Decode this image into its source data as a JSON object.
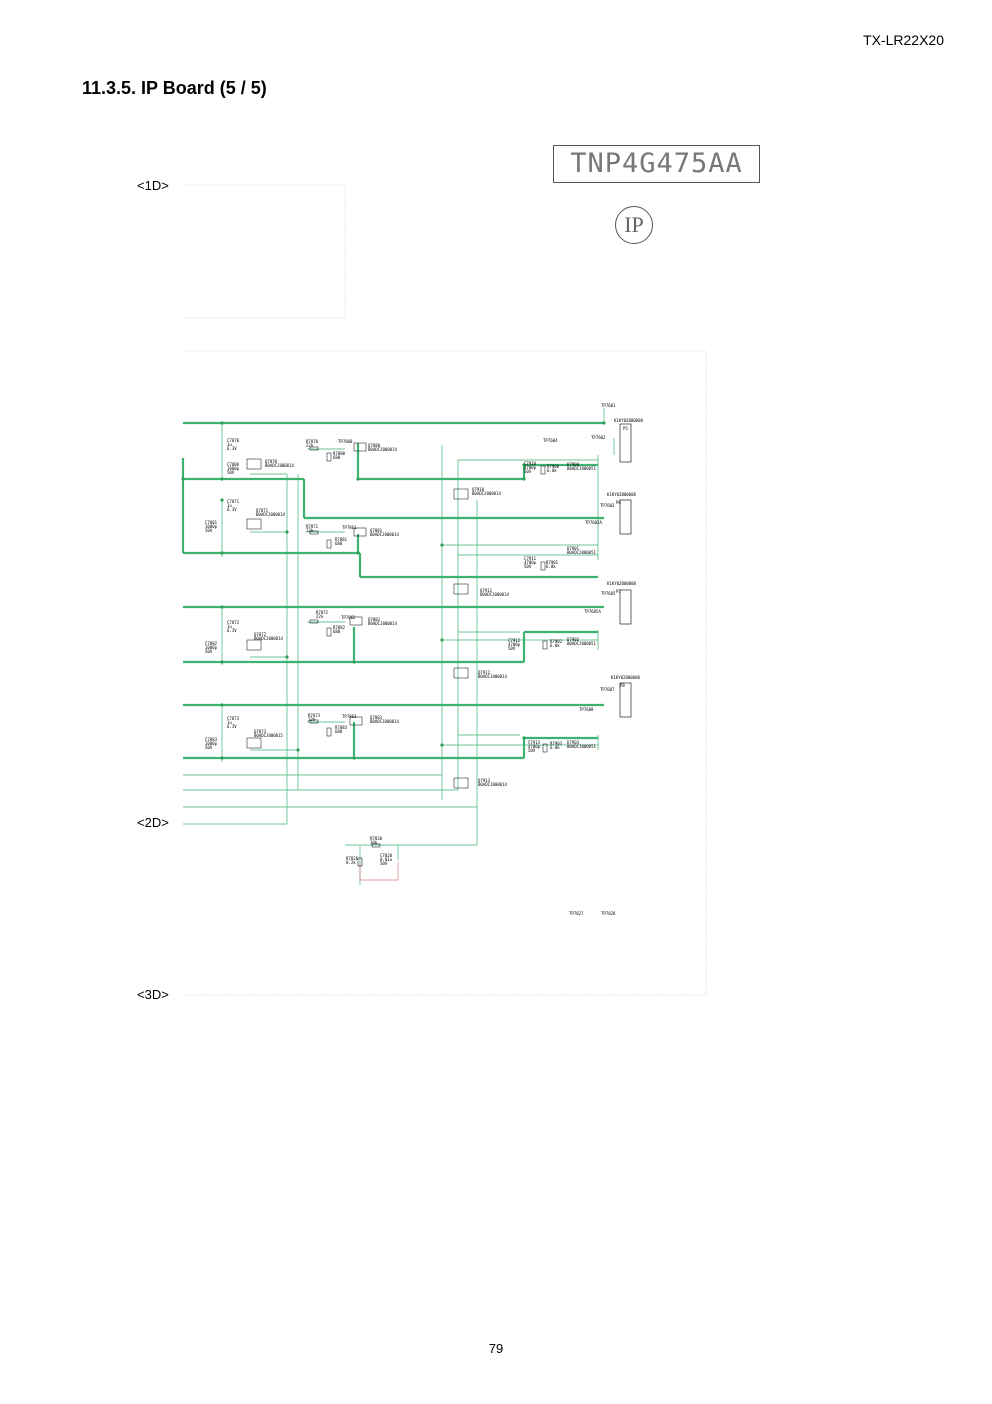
{
  "header": {
    "model": "TX-LR22X20"
  },
  "section": {
    "title": "11.3.5.    IP Board (5 / 5)"
  },
  "board": {
    "part_code": "TNP4G475AA",
    "mark": "IP"
  },
  "connectors": {
    "d1": "<1D>",
    "d2": "<2D>",
    "d3": "<3D>"
  },
  "footer": {
    "page_number": "79"
  },
  "colors": {
    "wire": "#3cb371",
    "frame": "#b8d8a8",
    "node": "#2e9e5a",
    "component": "#000000",
    "ground_link": "#d98080"
  },
  "schematic": {
    "test_points": [
      "TP7601",
      "TP7602",
      "TP7603",
      "TP7603A",
      "TP7604",
      "TP7605",
      "TP7605A",
      "TP7607",
      "TP7608",
      "TP7827",
      "TP7828",
      "TP7860",
      "TP7861",
      "TP7862",
      "TP7863"
    ],
    "connectors_out": [
      {
        "ref": "P5",
        "part": "K1KY02B00008"
      },
      {
        "ref": "P6",
        "part": "K1KY02B00008"
      },
      {
        "ref": "P7",
        "part": "K1KY02B00008"
      },
      {
        "ref": "P8",
        "part": "K1KY02B00008"
      }
    ],
    "capacitors": [
      {
        "ref": "C7870",
        "val": "1u",
        "v": "6.3V"
      },
      {
        "ref": "C7880",
        "val": "1000p",
        "v": "50V"
      },
      {
        "ref": "C7871",
        "val": "1u",
        "v": "6.3V"
      },
      {
        "ref": "C7881",
        "val": "1000p",
        "v": "50V"
      },
      {
        "ref": "C7872",
        "val": "1u",
        "v": "6.3V"
      },
      {
        "ref": "C7882",
        "val": "1000p",
        "v": "50V"
      },
      {
        "ref": "C7873",
        "val": "1u",
        "v": "6.3V"
      },
      {
        "ref": "C7883",
        "val": "1000p",
        "v": "50V"
      },
      {
        "ref": "C7910",
        "val": "4700p",
        "v": "50V"
      },
      {
        "ref": "C7911",
        "val": "4700p",
        "v": "50V"
      },
      {
        "ref": "C7912",
        "val": "4700p",
        "v": "50V"
      },
      {
        "ref": "C7913",
        "val": "4700p",
        "v": "50V"
      },
      {
        "ref": "C7820",
        "val": "0.01u",
        "v": "50V"
      }
    ],
    "resistors": [
      {
        "ref": "R7870",
        "val": "22k"
      },
      {
        "ref": "R7871",
        "val": "22k"
      },
      {
        "ref": "R7872",
        "val": "22k"
      },
      {
        "ref": "R7873",
        "val": "22k"
      },
      {
        "ref": "R7880",
        "val": "680"
      },
      {
        "ref": "R7881",
        "val": "680"
      },
      {
        "ref": "R7882",
        "val": "680"
      },
      {
        "ref": "R7883",
        "val": "680"
      },
      {
        "ref": "R7900",
        "val": "6.8k"
      },
      {
        "ref": "R7901",
        "val": "6.8k"
      },
      {
        "ref": "R7902",
        "val": "6.8k"
      },
      {
        "ref": "R7903",
        "val": "6.8k"
      },
      {
        "ref": "R7820",
        "val": "10k"
      },
      {
        "ref": "R7826",
        "val": "8.2k"
      }
    ],
    "transistors": [
      {
        "ref": "Q7870",
        "part": "B0ADCJ000014"
      },
      {
        "ref": "Q7871",
        "part": "B0ADCJ000014"
      },
      {
        "ref": "Q7872",
        "part": "B0ADCJ000014"
      },
      {
        "ref": "Q7873",
        "part": "B0ADCJ000015"
      },
      {
        "ref": "Q7880",
        "part": "B0ADCJ000014"
      },
      {
        "ref": "Q7881",
        "part": "B0ADCJ000014"
      },
      {
        "ref": "Q7882",
        "part": "B0ADCJ000014"
      },
      {
        "ref": "Q7883",
        "part": "B0ADCJ000014"
      },
      {
        "ref": "Q7910",
        "part": "B0ADCJ000014"
      },
      {
        "ref": "Q7911",
        "part": "B0ADCJ000014"
      },
      {
        "ref": "Q7912",
        "part": "B0ADCJ000014"
      },
      {
        "ref": "Q7913",
        "part": "B0ADCJ000014"
      }
    ],
    "diodes": [
      {
        "ref": "D7900",
        "part": "B0ADCJ000051"
      },
      {
        "ref": "D7901",
        "part": "B0ADCJ000051"
      },
      {
        "ref": "D7902",
        "part": "B0ADCJ000051"
      },
      {
        "ref": "D7903",
        "part": "B0ADCJ000051"
      }
    ]
  }
}
